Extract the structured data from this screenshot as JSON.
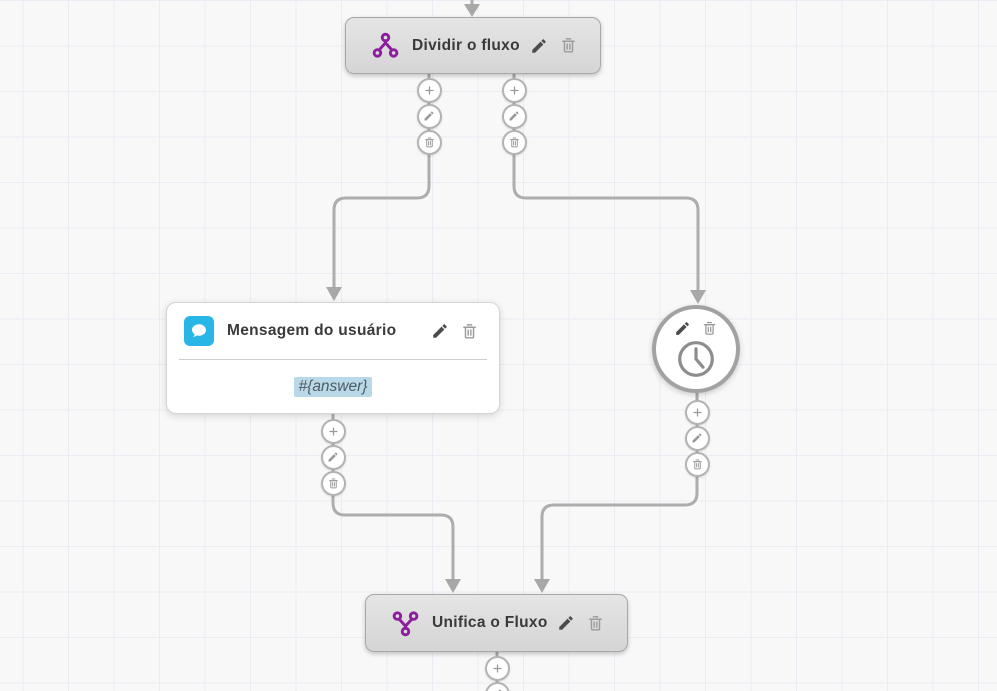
{
  "canvas": {
    "background": "#f8f8f9",
    "grid_line_color": "#e9edf3"
  },
  "colors": {
    "accent_purple": "#8e1c9e",
    "accent_blue": "#29b6e6",
    "variable_highlight": "#b9d9e9",
    "connector_gray": "#adadad",
    "node_gray_top": "#e5e5e5",
    "node_gray_bottom": "#d5d5d5"
  },
  "nodes": {
    "split": {
      "title": "Dividir o fluxo",
      "icon": "split-icon"
    },
    "user_message": {
      "title": "Mensagem do usuário",
      "content": "#{answer}",
      "icon": "chat-bubble-icon"
    },
    "timer": {
      "icon": "clock-icon"
    },
    "merge": {
      "title": "Unifica o Fluxo",
      "icon": "merge-icon"
    }
  },
  "node_actions": {
    "edit": "edit-icon",
    "delete": "delete-icon"
  },
  "connector_actions": {
    "add": "add-icon",
    "edit": "edit-icon",
    "delete": "delete-icon"
  }
}
